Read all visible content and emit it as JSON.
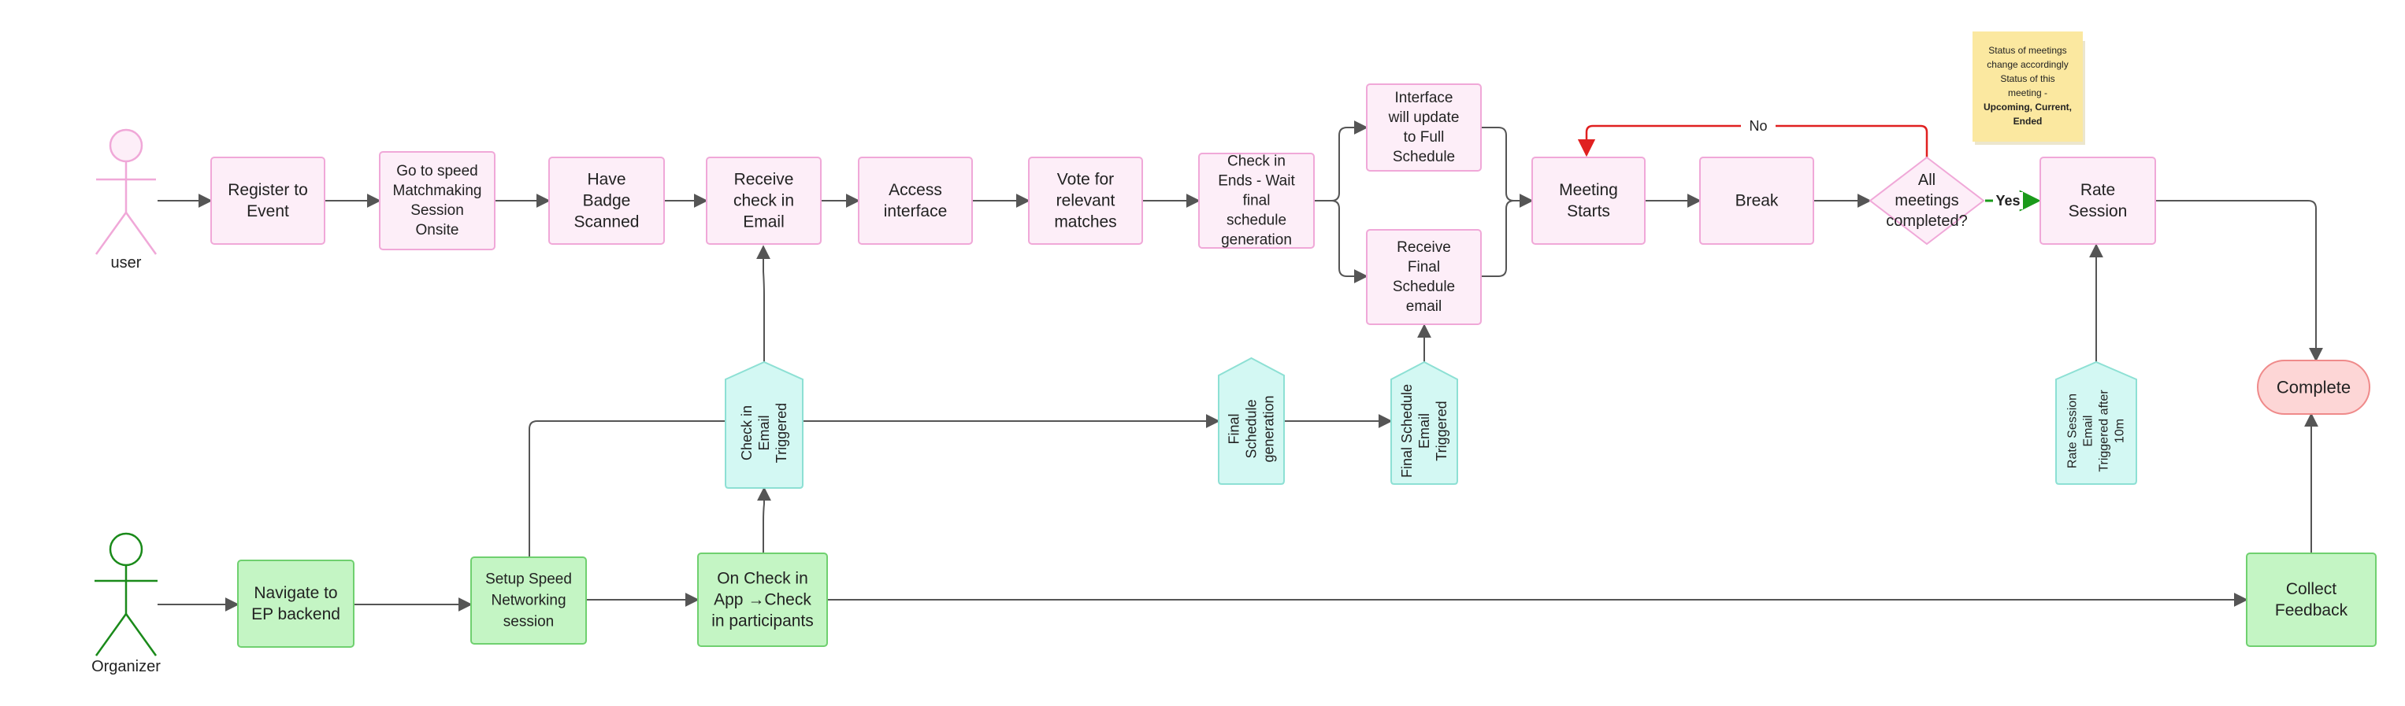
{
  "actors": {
    "user": "user",
    "organizer": "Organizer"
  },
  "nodes": {
    "register": [
      "Register to",
      "Event"
    ],
    "go_speed": [
      "Go to speed",
      "Matchmaking",
      "Session",
      "Onsite"
    ],
    "badge": [
      "Have",
      "Badge",
      "Scanned"
    ],
    "receive_checkin": [
      "Receive",
      "check in",
      "Email"
    ],
    "access": [
      "Access",
      "interface"
    ],
    "vote": [
      "Vote for",
      "relevant",
      "matches"
    ],
    "checkin_ends": [
      "Check in",
      "Ends - Wait",
      "final",
      "schedule",
      "generation"
    ],
    "interface_update": [
      "Interface",
      "will update",
      "to Full",
      "Schedule"
    ],
    "receive_final": [
      "Receive",
      "Final",
      "Schedule",
      "email"
    ],
    "meeting_starts": [
      "Meeting",
      "Starts"
    ],
    "break_node": [
      "Break"
    ],
    "decision": [
      "All",
      "meetings",
      "completed?"
    ],
    "rate_session": [
      "Rate",
      "Session"
    ],
    "complete": [
      "Complete"
    ],
    "navigate": [
      "Navigate to",
      "EP backend"
    ],
    "setup": [
      "Setup Speed",
      "Networking",
      "session"
    ],
    "on_checkin": [
      "On Check in",
      "App →Check",
      "in participants"
    ],
    "collect": [
      "Collect",
      "Feedback"
    ]
  },
  "triggers": {
    "checkin_email": [
      "Check in",
      "Email",
      "Triggered"
    ],
    "final_gen": [
      "Final",
      "Schedule",
      "generation"
    ],
    "final_email": [
      "Final Schedule",
      "Email",
      "Triggered"
    ],
    "rate_email": [
      "Rate Session",
      "Email",
      "Triggered after",
      "10m"
    ]
  },
  "edge_labels": {
    "no": "No",
    "yes": "Yes"
  },
  "sticky_note": {
    "lines": [
      "Status of meetings",
      "change accordingly",
      "Status of this",
      "meeting -"
    ],
    "bold": [
      "Upcoming, Current,",
      "Ended"
    ]
  },
  "colors": {
    "user_fill": "#fdeef8",
    "user_stroke": "#f0a8d8",
    "org_fill": "#c4f5c4",
    "org_stroke": "#6fd06f",
    "trigger_fill": "#d3f8f3",
    "trigger_stroke": "#8de0d4",
    "complete_fill": "#fdd6d6",
    "complete_stroke": "#ef8a8a",
    "note_fill": "#fbe8a0",
    "user_actor": "#f0a8d8",
    "org_actor": "#1a8a1a",
    "edge": "#555555",
    "no_edge": "#e02020",
    "yes_edge": "#1a9a1a"
  }
}
